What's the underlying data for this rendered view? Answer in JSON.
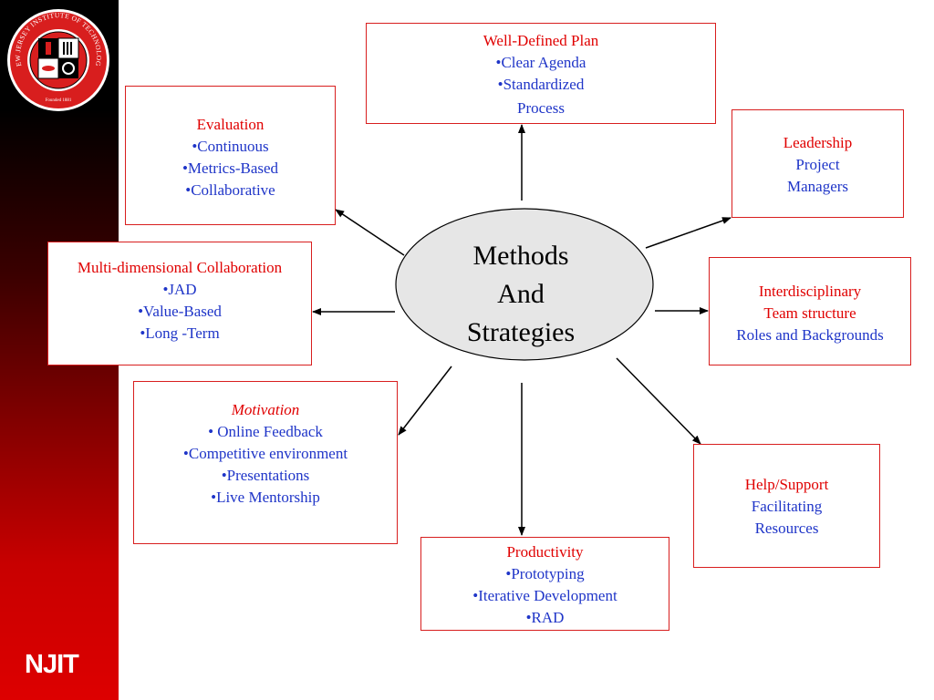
{
  "logo": {
    "seal_text": "NEW JERSEY INSTITUTE OF TECHNOLOGY",
    "founded": "Founded 1881",
    "wordmark": "NJIT"
  },
  "center": {
    "lines": [
      "Methods",
      "And",
      "Strategies"
    ]
  },
  "nodes": {
    "plan": {
      "title": "Well-Defined Plan",
      "items": [
        "•Clear Agenda",
        "•Standardized",
        "Process"
      ]
    },
    "evaluation": {
      "title": "Evaluation",
      "items": [
        "•Continuous",
        "•Metrics-Based",
        "•Collaborative"
      ]
    },
    "leadership": {
      "title": "Leadership",
      "items": [
        "Project",
        "Managers"
      ]
    },
    "collab": {
      "title": "Multi-dimensional Collaboration",
      "items": [
        "•JAD",
        "•Value-Based",
        "•Long -Term"
      ]
    },
    "interdisc": {
      "title": "Interdisciplinary",
      "items": [
        "Team structure",
        "Roles and Backgrounds"
      ]
    },
    "motivation": {
      "title": "Motivation",
      "items": [
        "• Online Feedback",
        "•Competitive environment",
        "•Presentations",
        "•Live Mentorship"
      ]
    },
    "help": {
      "title": "Help/Support",
      "items": [
        "Facilitating",
        "Resources"
      ]
    },
    "productivity": {
      "title": "Productivity",
      "items": [
        "•Prototyping",
        "•Iterative Development",
        "•RAD"
      ]
    }
  },
  "colors": {
    "title": "#e00000",
    "item": "#1f35c8",
    "border": "#d81e1e",
    "ellipse": "#e6e6e6"
  }
}
